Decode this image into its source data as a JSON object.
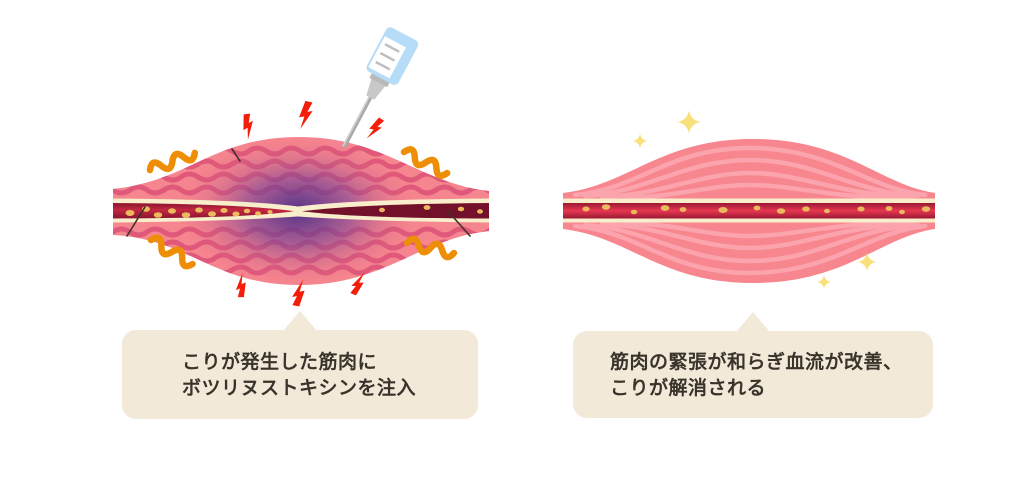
{
  "captions": {
    "left": {
      "lines": [
        "こりが発生した筋肉に",
        "ボツリヌストキシンを注入"
      ]
    },
    "right": {
      "lines": [
        "筋肉の緊張が和らぎ血流が改善、",
        "こりが解消される"
      ]
    }
  },
  "icons": {
    "syringe": "syringe-icon",
    "pain": "pain-lightning-icon",
    "tension": "tension-squiggle-icon",
    "sparkle": "sparkle-icon"
  },
  "palette": {
    "background": "#ffffff",
    "bubble_bg": "#f2e9d8",
    "bubble_text": "#38332b",
    "muscle_pink": "#f5858f",
    "fiber_dark_pink": "#e0587a",
    "fiber_light_pink": "#fba4ad",
    "knot_purple": "#53358e",
    "vessel_wall_cream": "#f8eecb",
    "blood_bright": "#c32840",
    "blood_dark": "#730e24",
    "blood_cell_yellow": "#ecb95f",
    "pain_red": "#f41d09",
    "tension_orange": "#ee8e07",
    "sparkle_yellow": "#f9e07a",
    "syringe_blue": "#b7dcf7",
    "syringe_metal": "#a9a9a9"
  }
}
